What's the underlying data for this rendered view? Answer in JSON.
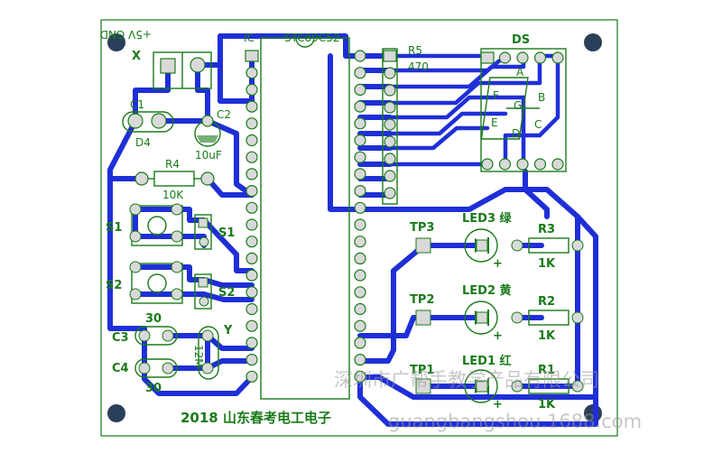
{
  "board": {
    "footer": "2018 山东春考电工电子",
    "watermark_cn": "深圳市广帮手教学产品有限公司",
    "watermark_url": "guangbangshou.1688.com"
  },
  "labels": {
    "x": "X",
    "power": "+5V GND",
    "ic": "IC",
    "mcu": "STC89C52",
    "r5": "R5",
    "r5_val": "470",
    "ds": "DS",
    "seg_a": "A",
    "seg_b": "B",
    "seg_c": "C",
    "seg_d": "D",
    "seg_e": "E",
    "seg_f": "F",
    "seg_g": "G",
    "c1": "C1",
    "d4": "D4",
    "c2": "C2",
    "c2_val": "10uF",
    "r4": "R4",
    "r4_val": "10K",
    "s1_left": "S1",
    "s1_right": "S1",
    "s2_left": "S2",
    "s2_right": "S2",
    "c3": "C3",
    "c3_val": "30",
    "c4": "C4",
    "c4_val": "30",
    "y": "Y",
    "crystal": "12M",
    "tp3": "TP3",
    "tp2": "TP2",
    "tp1": "TP1",
    "led3": "LED3 绿",
    "led2": "LED2 黄",
    "led1": "LED1 红",
    "r3": "R3",
    "r3_val": "1K",
    "r2": "R2",
    "r2_val": "1K",
    "r1": "R1",
    "r1_val": "1K",
    "plus": "+"
  },
  "colors": {
    "trace": "#1f2fd8",
    "silkscreen": "#1a7a1a",
    "pad": "#d9d9d9",
    "mount_hole": "#2a3f5a"
  }
}
